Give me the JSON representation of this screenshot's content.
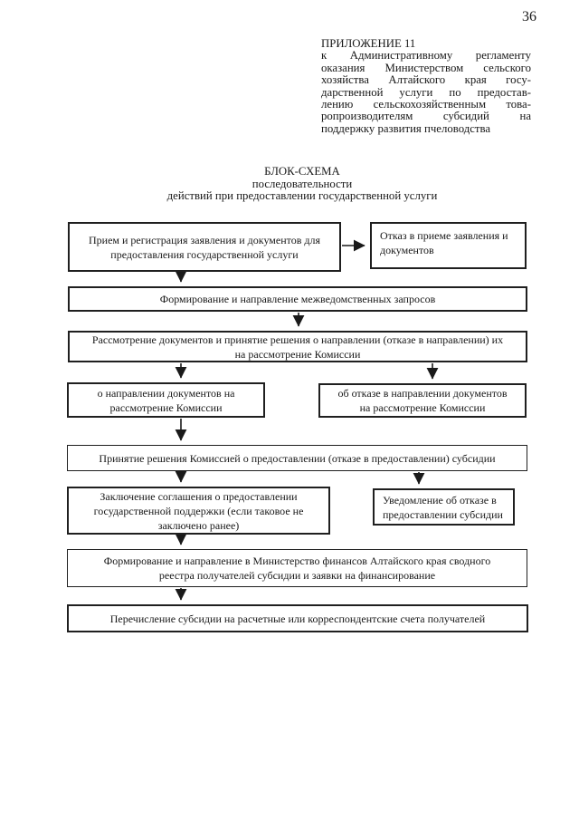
{
  "page": {
    "number": "36"
  },
  "appendix": {
    "lines": [
      "ПРИЛОЖЕНИЕ 11",
      "к Административному регламенту",
      "оказания Министерством сельского",
      "хозяйства Алтайского края госу-",
      "дарственной услуги по предостав-",
      "лению сельскохозяйственным това-",
      "ропроизводителям субсидий на",
      "поддержку развития пчеловодства"
    ]
  },
  "title": {
    "lines": [
      "БЛОК-СХЕМА",
      "последовательности",
      "действий при предоставлении государственной услуги"
    ]
  },
  "flowchart": {
    "nodes": {
      "reception": {
        "lines": [
          "Прием и регистрация заявления и документов для",
          "предоставления государственной услуги"
        ]
      },
      "refusal_accept": {
        "lines": [
          "Отказ в приеме заявления и",
          "документов"
        ]
      },
      "interagency": {
        "lines": [
          "Формирование и направление межведомственных запросов"
        ]
      },
      "review": {
        "lines": [
          "Рассмотрение документов и принятие решения о направлении (отказе в направлении) их",
          "на рассмотрение Комиссии"
        ]
      },
      "send_commission": {
        "lines": [
          "о направлении документов на",
          "рассмотрение Комиссии"
        ]
      },
      "refuse_send": {
        "lines": [
          "об отказе в направлении документов",
          "на рассмотрение Комиссии"
        ]
      },
      "commission_decision": {
        "lines": [
          "Принятие решения Комиссией о предоставлении (отказе в предоставлении) субсидии"
        ]
      },
      "agreement": {
        "lines": [
          "Заключение соглашения о предоставлении",
          "государственной поддержки (если таковое не",
          "заключено ранее)"
        ]
      },
      "refusal_notice": {
        "lines": [
          "Уведомление об отказе в",
          "предоставлении субсидии"
        ]
      },
      "registry": {
        "lines": [
          "Формирование и направление в Министерство финансов Алтайского края сводного",
          "реестра получателей субсидии и заявки на финансирование"
        ]
      },
      "transfer": {
        "lines": [
          "Перечисление субсидии на расчетные или корреспондентские счета получателей"
        ]
      }
    },
    "edges": [
      {
        "from": "reception",
        "to": "refusal_accept"
      },
      {
        "from": "reception",
        "to": "interagency"
      },
      {
        "from": "interagency",
        "to": "review"
      },
      {
        "from": "review",
        "to": "send_commission"
      },
      {
        "from": "review",
        "to": "refuse_send"
      },
      {
        "from": "send_commission",
        "to": "commission_decision"
      },
      {
        "from": "commission_decision",
        "to": "agreement"
      },
      {
        "from": "commission_decision",
        "to": "refusal_notice"
      },
      {
        "from": "agreement",
        "to": "registry"
      },
      {
        "from": "registry",
        "to": "transfer"
      }
    ]
  },
  "colors": {
    "ink": "#1a1a1a",
    "paper": "#ffffff"
  }
}
